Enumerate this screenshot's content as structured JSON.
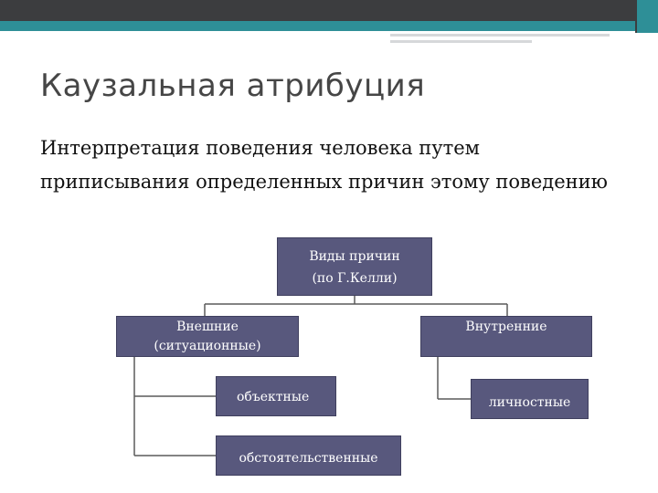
{
  "slide": {
    "title": "Каузальная атрибуция",
    "definition": "Интерпретация поведения человека путем приписывания определенных причин этому поведению"
  },
  "diagram": {
    "root": {
      "line1": "Виды причин",
      "line2": "(по Г.Келли)"
    },
    "external": {
      "line1": "Внешние",
      "line2": "(ситуационные)"
    },
    "internal": {
      "line1": "Внутренние"
    },
    "objective": {
      "line1": "объектные"
    },
    "circumstantial": {
      "line1": "обстоятельственные"
    },
    "personal": {
      "line1": "личностные"
    }
  },
  "colors": {
    "box_fill": "#58587d",
    "accent_teal": "#2e8f97",
    "top_bar_dark": "#3c3d3f"
  }
}
